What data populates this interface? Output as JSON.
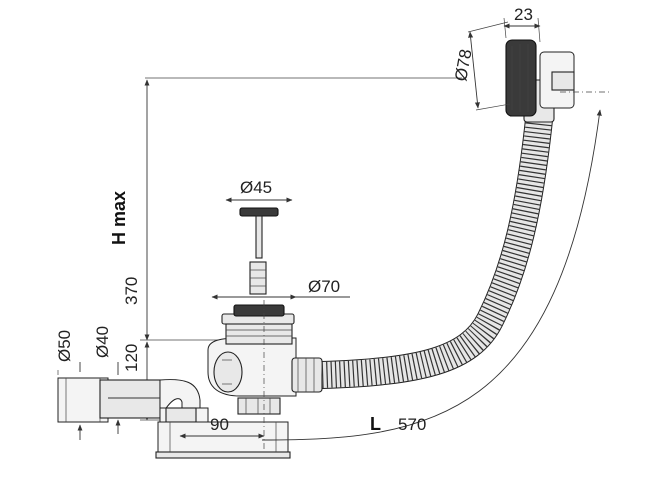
{
  "labels": {
    "h_max": "H max",
    "h_value": "370",
    "h_low": "120",
    "d50": "Ø50",
    "d40": "Ø40",
    "d45": "Ø45",
    "d70": "Ø70",
    "d78": "Ø78",
    "w23": "23",
    "w90": "90",
    "l_letter": "L",
    "l_value": "570"
  }
}
